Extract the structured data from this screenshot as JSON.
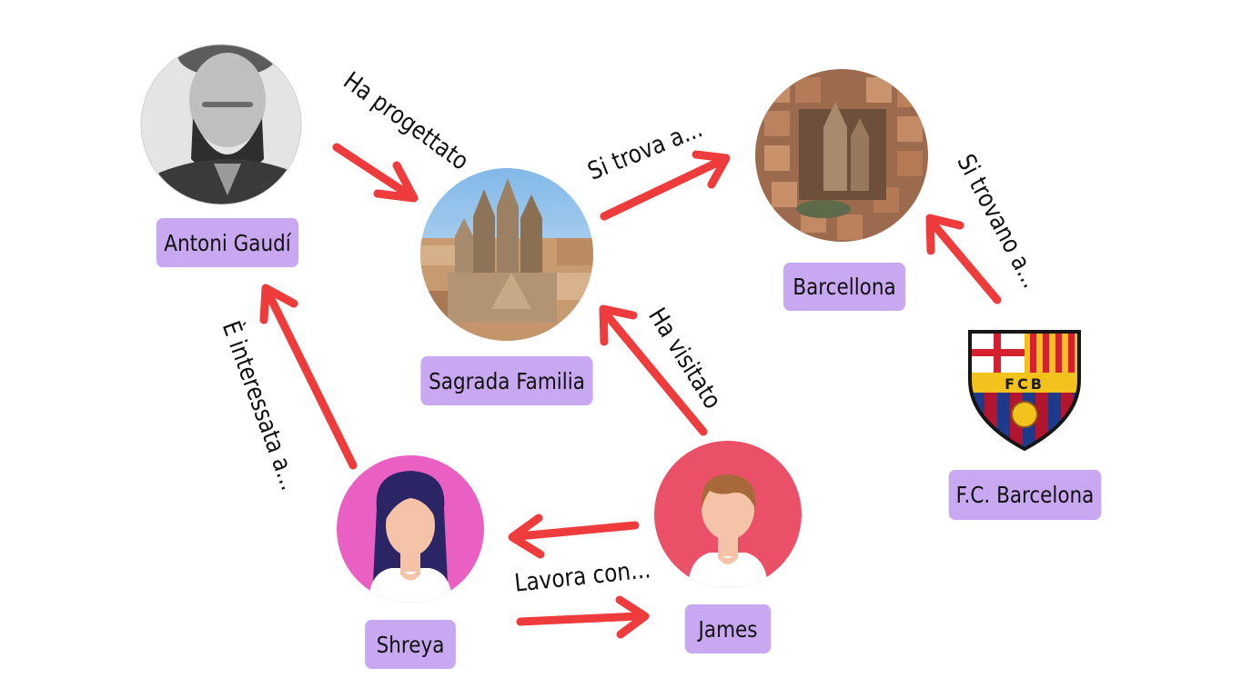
{
  "colors": {
    "arrow": "#ee3b3b",
    "label_bg": "#c8a8f0",
    "shreya_circle": "#ea5fc2",
    "james_circle": "#ea5068",
    "skin": "#f5c4a8",
    "hair_shreya": "#2b2566",
    "hair_james": "#a8693a"
  },
  "nodes": {
    "gaudi": {
      "label": "Antoni Gaudí",
      "image": "portrait-photo"
    },
    "sagrada": {
      "label": "Sagrada Familia",
      "image": "basilica-photo"
    },
    "barcelona": {
      "label": "Barcellona",
      "image": "city-aerial-photo"
    },
    "fcb": {
      "label": "F.C. Barcelona",
      "image": "club-crest",
      "crest_text": "FCB"
    },
    "shreya": {
      "label": "Shreya",
      "image": "female-avatar"
    },
    "james": {
      "label": "James",
      "image": "male-avatar"
    }
  },
  "edges": {
    "designed": "Ha progettato",
    "located": "Si trova a...",
    "located_plural": "Si trovano a...",
    "interested": "È interessata a...",
    "visited": "Ha visitato",
    "works_with": "Lavora con..."
  }
}
